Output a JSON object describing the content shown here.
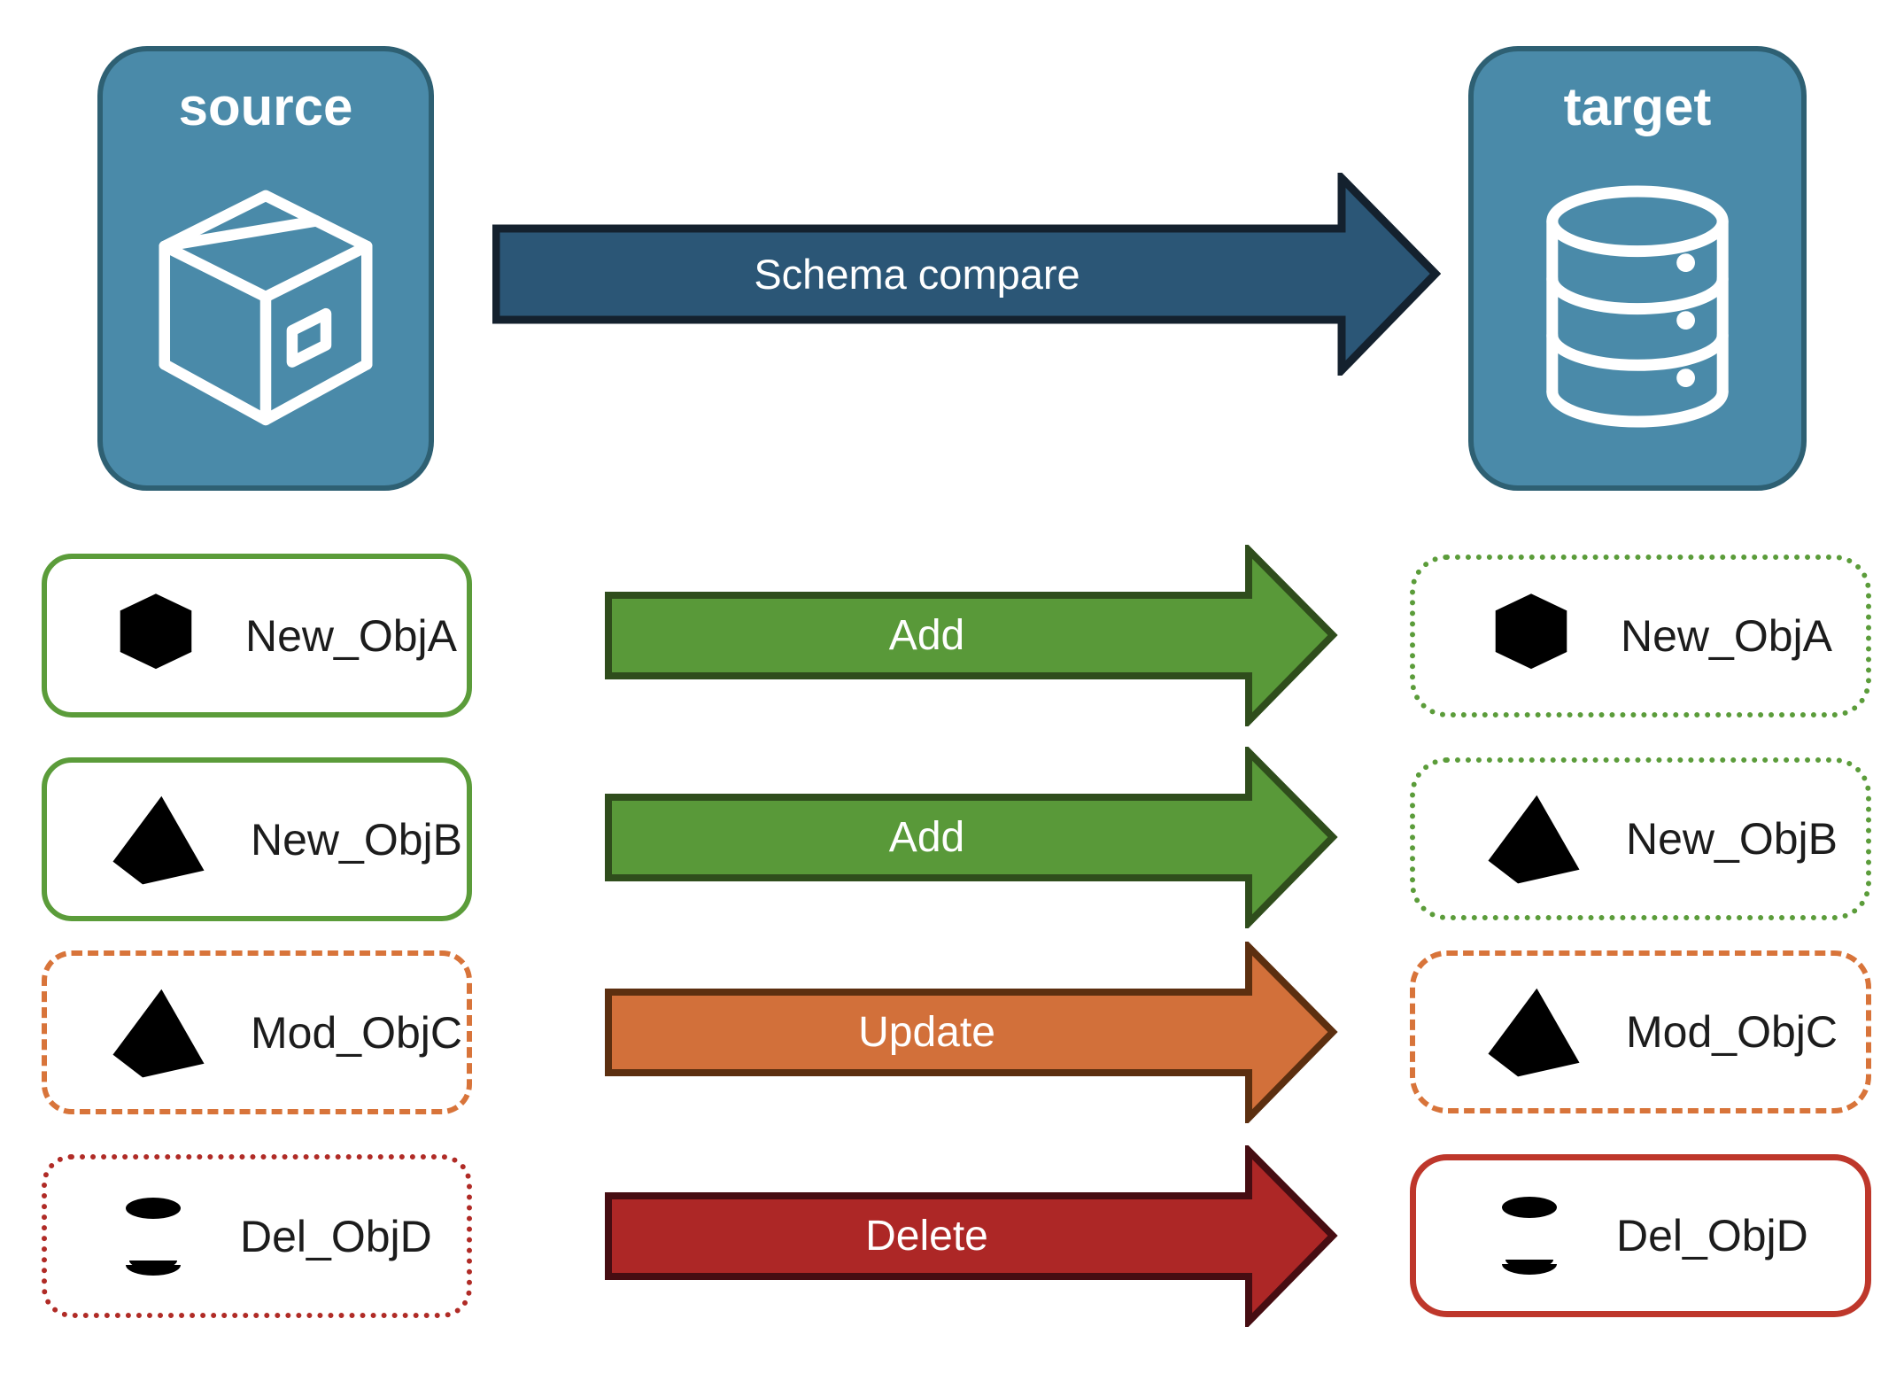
{
  "diagram": {
    "source_panel": {
      "title": "source",
      "icon": "package-icon"
    },
    "target_panel": {
      "title": "target",
      "icon": "database-icon"
    },
    "compare_arrow": {
      "label": "Schema compare"
    },
    "rows": [
      {
        "object_name": "New_ObjA",
        "icon": "cube-icon",
        "action": "Add",
        "source_style": "solid-green",
        "target_style": "dotted-green"
      },
      {
        "object_name": "New_ObjB",
        "icon": "pyramid-icon",
        "action": "Add",
        "source_style": "solid-green",
        "target_style": "dotted-green"
      },
      {
        "object_name": "Mod_ObjC",
        "icon": "pyramid-icon",
        "action": "Update",
        "source_style": "dashed-orange",
        "target_style": "dashed-orange"
      },
      {
        "object_name": "Del_ObjD",
        "icon": "cylinder-icon",
        "action": "Delete",
        "source_style": "dotted-red",
        "target_style": "solid-red"
      }
    ],
    "colors": {
      "panel_blue": "#4A8AA9",
      "panel_border": "#2E6073",
      "compare_fill": "#2B5676",
      "compare_border": "#14212E",
      "add_green": "#599939",
      "add_border": "#2F4D1C",
      "update_orange": "#D2703A",
      "update_border": "#5C2F10",
      "delete_red": "#AD2726",
      "delete_border": "#460D12",
      "icon_blue": "#2B5A7D",
      "green_outline": "#5B9C3A",
      "orange_outline": "#D8743A",
      "red_dotted_outline": "#B02B26",
      "red_solid_outline": "#BE372B"
    }
  }
}
